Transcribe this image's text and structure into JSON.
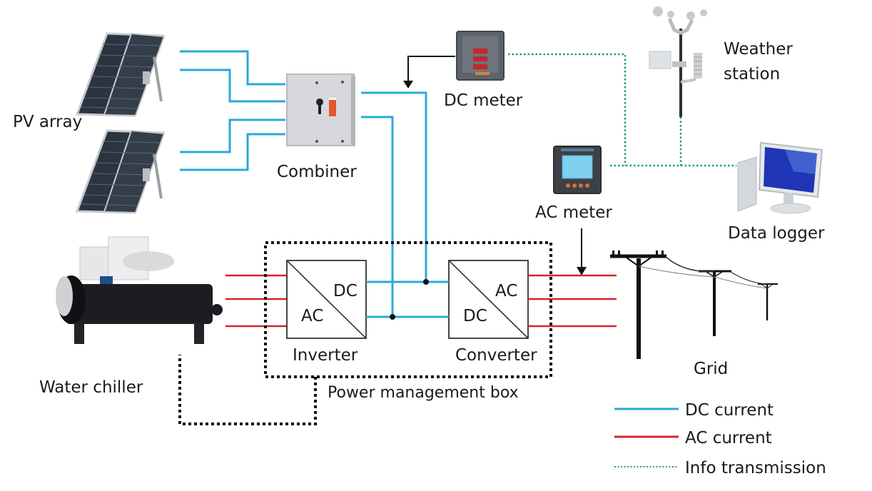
{
  "title": "PV-powered water chiller system diagram",
  "components": {
    "pv_array": "PV array",
    "combiner": "Combiner",
    "dc_meter": "DC meter",
    "weather_station_line1": "Weather",
    "weather_station_line2": "station",
    "ac_meter": "AC meter",
    "data_logger": "Data logger",
    "water_chiller": "Water chiller",
    "inverter": "Inverter",
    "converter": "Converter",
    "power_box": "Power management box",
    "grid": "Grid"
  },
  "inverter_box": {
    "top_right": "DC",
    "bottom_left": "AC"
  },
  "converter_box": {
    "top_right": "AC",
    "bottom_left": "DC"
  },
  "legend": [
    {
      "label": "DC current",
      "color": "#29a9da",
      "style": "solid"
    },
    {
      "label": "AC current",
      "color": "#d8232a",
      "style": "solid"
    },
    {
      "label": "Info transmission",
      "color": "#1fa35a",
      "style": "dotted"
    }
  ]
}
